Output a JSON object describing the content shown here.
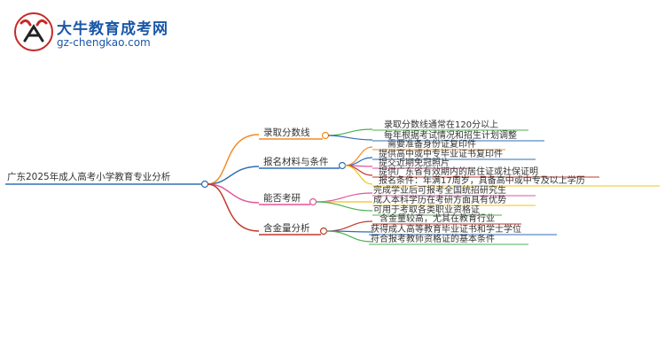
{
  "logo": {
    "title": "大牛教育成考网",
    "url": "gz-chengkao.com"
  },
  "mindmap": {
    "root": "广东2025年成人高考小学教育专业分析",
    "branches": [
      {
        "label": "录取分数线",
        "color": "#f28c22",
        "leaves": [
          "录取分数线通常在120分以上",
          "每年根据考试情况和招生计划调整"
        ]
      },
      {
        "label": "报名材料与条件",
        "color": "#2f6eb5",
        "leaves": [
          "需要准备身份证复印件",
          "提供高中或中专毕业证书复印件",
          "提交近期免冠照片",
          "提供广东省有效期内的居住证或社保证明",
          "报名条件：年满17周岁，具备高中或中专及以上学历"
        ]
      },
      {
        "label": "能否考研",
        "color": "#e0559a",
        "leaves": [
          "完成学业后可报考全国统招研究生",
          "成人本科学历在考研方面具有优势",
          "可用于考取各类职业资格证"
        ]
      },
      {
        "label": "含金量分析",
        "color": "#c0392b",
        "leaves": [
          "含金量较高，尤其在教育行业",
          "获得成人高等教育毕业证书和学士学位",
          "符合报考教师资格证的基本条件"
        ]
      }
    ]
  }
}
